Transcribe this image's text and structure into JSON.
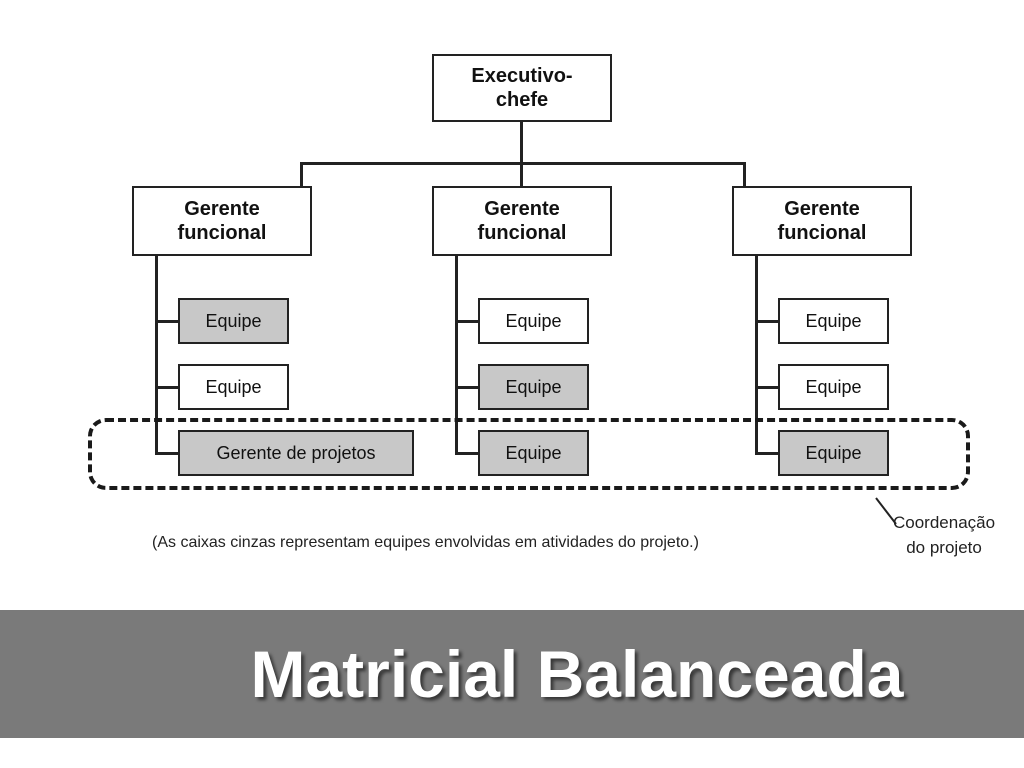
{
  "diagram": {
    "executive": {
      "label": "Executivo-\nchefe"
    },
    "managers": [
      {
        "label": "Gerente\nfuncional"
      },
      {
        "label": "Gerente\nfuncional"
      },
      {
        "label": "Gerente\nfuncional"
      }
    ],
    "columns": [
      {
        "items": [
          {
            "label": "Equipe",
            "involved": true
          },
          {
            "label": "Equipe",
            "involved": false
          },
          {
            "label": "Gerente de projetos",
            "involved": true
          }
        ]
      },
      {
        "items": [
          {
            "label": "Equipe",
            "involved": false
          },
          {
            "label": "Equipe",
            "involved": true
          },
          {
            "label": "Equipe",
            "involved": true
          }
        ]
      },
      {
        "items": [
          {
            "label": "Equipe",
            "involved": false
          },
          {
            "label": "Equipe",
            "involved": false
          },
          {
            "label": "Equipe",
            "involved": true
          }
        ]
      }
    ],
    "coordination_label": "Coordenação\ndo projeto",
    "caption": "(As caixas cinzas representam equipes envolvidas em atividades do projeto.)",
    "colors": {
      "involved_fill": "#c8c8c8",
      "normal_fill": "#ffffff",
      "line": "#222222"
    }
  },
  "slide": {
    "title": "Matricial Balanceada",
    "band_color": "#7a7a7a"
  }
}
